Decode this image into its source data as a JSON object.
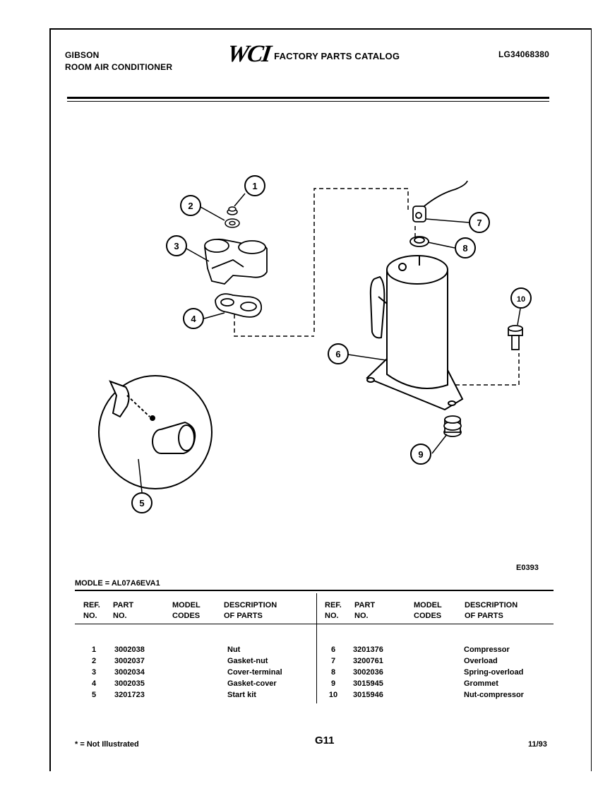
{
  "header": {
    "brand": "GIBSON",
    "subtitle": "ROOM AIR CONDITIONER",
    "logo": "WCI",
    "catalog": "FACTORY PARTS CATALOG",
    "doc_id": "LG34068380"
  },
  "diagram_code": "E0393",
  "model_line": "MODLE = AL07A6EVA1",
  "table": {
    "headers": {
      "ref": [
        "REF.",
        "NO."
      ],
      "part": [
        "PART",
        "NO."
      ],
      "model": [
        "MODEL",
        "CODES"
      ],
      "desc": [
        "DESCRIPTION",
        "OF PARTS"
      ]
    },
    "rows": [
      {
        "ref": "1",
        "part": "3002038",
        "code": "",
        "desc": "Nut"
      },
      {
        "ref": "2",
        "part": "3002037",
        "code": "",
        "desc": "Gasket-nut"
      },
      {
        "ref": "3",
        "part": "3002034",
        "code": "",
        "desc": "Cover-terminal"
      },
      {
        "ref": "4",
        "part": "3002035",
        "code": "",
        "desc": "Gasket-cover"
      },
      {
        "ref": "5",
        "part": "3201723",
        "code": "",
        "desc": "Start kit"
      },
      {
        "ref": "6",
        "part": "3201376",
        "code": "",
        "desc": "Compressor"
      },
      {
        "ref": "7",
        "part": "3200761",
        "code": "",
        "desc": "Overload"
      },
      {
        "ref": "8",
        "part": "3002036",
        "code": "",
        "desc": "Spring-overload"
      },
      {
        "ref": "9",
        "part": "3015945",
        "code": "",
        "desc": "Grommet"
      },
      {
        "ref": "10",
        "part": "3015946",
        "code": "",
        "desc": "Nut-compressor"
      }
    ]
  },
  "callouts": [
    "1",
    "2",
    "3",
    "4",
    "5",
    "6",
    "7",
    "8",
    "9",
    "10"
  ],
  "footer": {
    "note": "* = Not Illustrated",
    "page": "G11",
    "date": "11/93"
  }
}
